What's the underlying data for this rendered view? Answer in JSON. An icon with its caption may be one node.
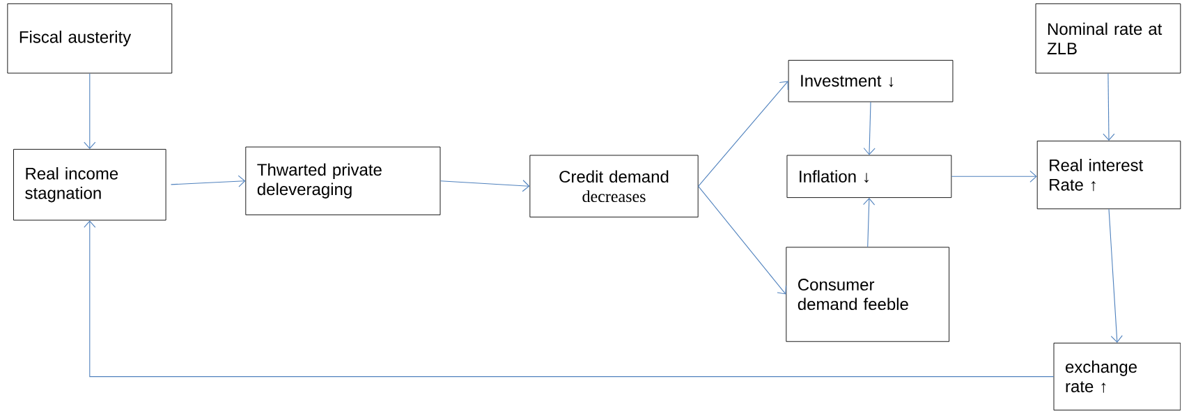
{
  "diagram": {
    "nodes": [
      {
        "text": [
          "Fiscal austerity"
        ]
      },
      {
        "text": [
          "Real income stagnation"
        ]
      },
      {
        "text": [
          "Thwarted private deleveraging"
        ]
      },
      {
        "text": [
          "Credit demand",
          "decreases"
        ]
      },
      {
        "text": [
          "Investment ↓"
        ]
      },
      {
        "text": [
          "Inflation ↓"
        ]
      },
      {
        "text": [
          "Consumer demand feeble"
        ]
      },
      {
        "text": [
          "Nominal rate at ZLB"
        ]
      },
      {
        "text": [
          "Real interest Rate ↑"
        ]
      },
      {
        "text": [
          "exchange rate ↑"
        ]
      }
    ],
    "edges": [
      {
        "from": 0,
        "to": 1,
        "arrow": "to"
      },
      {
        "from": 1,
        "to": 2,
        "arrow": "to"
      },
      {
        "from": 2,
        "to": 3,
        "arrow": "to"
      },
      {
        "from": 3,
        "to": 4,
        "arrow": "to"
      },
      {
        "from": 3,
        "to": 6,
        "arrow": "to"
      },
      {
        "from": 4,
        "to": 5,
        "arrow": "to"
      },
      {
        "from": 6,
        "to": 5,
        "arrow": "to"
      },
      {
        "from": 5,
        "to": 8,
        "arrow": "to"
      },
      {
        "from": 7,
        "to": 8,
        "arrow": "to"
      },
      {
        "from": 8,
        "to": 9,
        "arrow": "to"
      },
      {
        "from": 9,
        "to": 1,
        "arrow": "to"
      }
    ]
  }
}
